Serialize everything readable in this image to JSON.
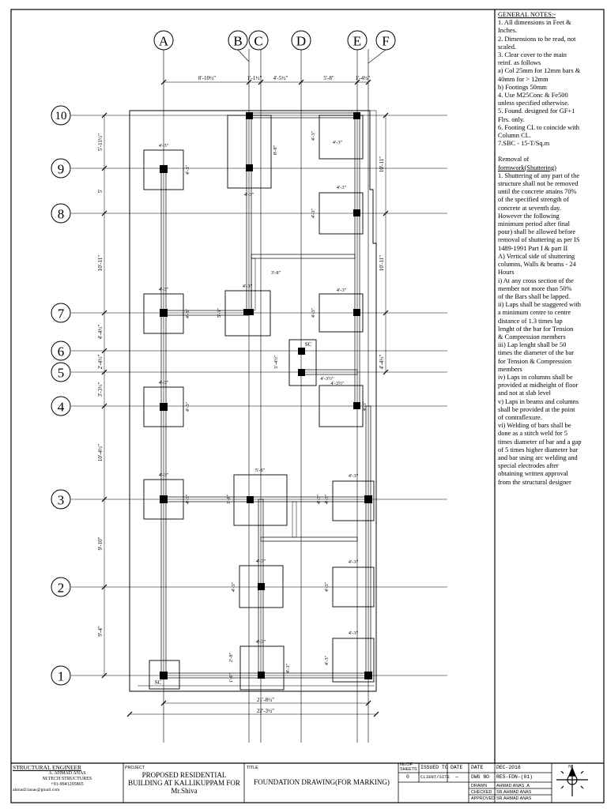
{
  "grid": {
    "columns": [
      "A",
      "B",
      "C",
      "D",
      "E",
      "F"
    ],
    "rows": [
      "10",
      "9",
      "8",
      "7",
      "6",
      "5",
      "4",
      "3",
      "2",
      "1"
    ]
  },
  "dims": {
    "top": [
      "8'-10½\"",
      "1'-1½\"",
      "4'-5½\"",
      "5'-8\"",
      "1'-4½\""
    ],
    "left": [
      "5'-11½\"",
      "5'",
      "10'-11\"",
      "4'-4½\"",
      "2'-4½\"",
      "3'-3½\"",
      "10'-4½\"",
      "9'-10\"",
      "9'-4\""
    ],
    "right": [
      "10'-11\"",
      "10'-11\"",
      "4'-4½\""
    ],
    "bottom": [
      "21'-8½\"",
      "22'-3½\""
    ],
    "footing_sizes": [
      "4'-3\"",
      "5'-8\"",
      "3'-8\"",
      "5'-4½\"",
      "1'-8\"",
      "2'-8\"",
      "5'-1\"",
      "4'-3½\"",
      "1'-6\"",
      "8'-8\""
    ],
    "sc": "SC"
  },
  "notes": {
    "heading": "GENERAL NOTES:-",
    "items": [
      "1. All dimensions in Feet &",
      "Inches.",
      "2. Dimensions to be read, not",
      "scaled.",
      "3. Clear cover to the main",
      "reinf. as follows",
      "a) Col 25mm for 12mm bars &",
      "40mm for > 12mm",
      "b) Footings 50mm",
      "4. Use M25Conc & Fe500",
      "unless specified otherwise.",
      "5. Found. designed for GF+1",
      "Flrs. only.",
      "6. Footing CL to coincide with",
      "Column CL.",
      "7.SBC - 15-T/Sq.m"
    ],
    "heading2a": "Removal of",
    "heading2b": "formwork(Shuttering)",
    "items2": [
      "1. Shuttering of any part of the",
      "structure shall not be removed",
      "until the concrete  attains 70%",
      "of the specified strength of",
      "concrete at seventh day.",
      "However the following",
      "minimum period  after final",
      "pour) shall be allowed  before",
      "removal of shuttering as per  IS",
      "1489-1991 Part I & part II",
      "A) Vertical side of shuttering",
      "columns, Walls & beams - 24",
      "Hours",
      "i) At any cross section of the",
      "member  not more than 50%",
      "of the Bars shall be lapped.",
      "ii) Laps shall be staggered with",
      "a  minimum centre to centre",
      "distance of  1.3 times lap",
      "lenght of the bar for  Tension",
      "& Compression members",
      "iii) Lap lenght shall be 50",
      "times the  diameter of the bar",
      "for Tension & Compression",
      "members",
      "iv) Laps in columns shall be",
      "provided at midheight of floor",
      "and not at slab  level",
      "v) Laps in beams and columns",
      "shall be provided at the point",
      "of contraflexure.",
      "vi) Welding of bars shall be",
      "done as a stitch weld for 5",
      "times diameter of bar and a gap",
      "of 5 times higher diameter bar",
      "and bar using arc welding  and",
      "special electrodes after",
      "obtaining  written approval",
      "from the structural  designer"
    ]
  },
  "title_block": {
    "engineer_title": "STRUCTURAL ENGINEER",
    "engineer_name": "A. AHMAD ANAS",
    "engineer_qual": "M.TECH STRUCTURES",
    "engineer_phone": "+91-9941295865",
    "engineer_email": "ahmad21anas@gmail.com",
    "project_label": "PROJECT",
    "project_1": "PROPOSED RESIDENTIAL",
    "project_2": "BUILDING AT KALLIKUPPAM FOR",
    "project_3": "Mr.Shiva",
    "title_label": "TITLE",
    "title": "FOUNDATION DRAWING(FOR MARKING)",
    "no_of_sheets_label_1": "No.OF",
    "no_of_sheets_label_2": "SHEETS",
    "no_of_sheets": "0",
    "issued_to_label": "ISSUED TO",
    "issued_to": "CLIENT/SITE",
    "date_label": "DATE",
    "date_value": "—",
    "date_label_2": "DATE",
    "date": "DEC-2018",
    "dwg_no_label": "DWG NO",
    "dwg_no": "RES-FDN-(01)",
    "drawn_label": "DRAWN",
    "drawn": "AHMAD ANAS .A",
    "checked_label": "CHECKED",
    "checked": "SR.AHMAD ANAS",
    "approved_label": "APPROVED",
    "approved": "SR.AHMAD ANAS",
    "north": "N"
  }
}
